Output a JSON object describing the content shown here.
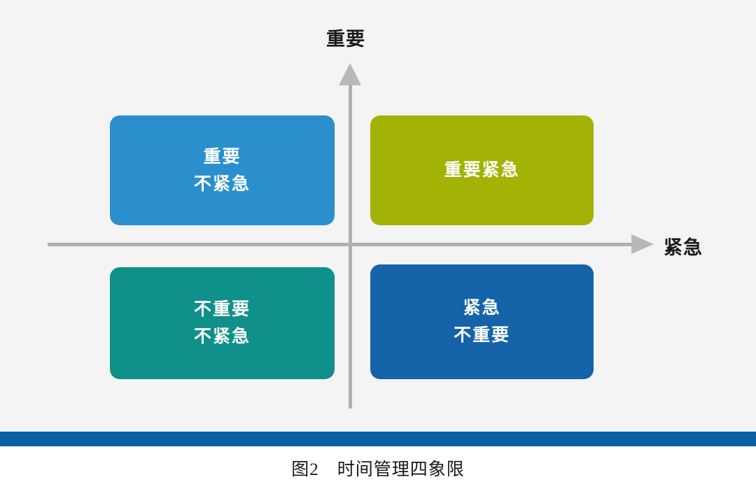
{
  "figure": {
    "caption": "图2　时间管理四象限",
    "accent_color": "#0b5fa5",
    "background_color": "#f4f4f4"
  },
  "axes": {
    "vertical": {
      "label": "重要",
      "arrow_icon": "arrow-up-icon",
      "color": "#b0b0b0"
    },
    "horizontal": {
      "label": "紧急",
      "arrow_icon": "arrow-right-icon",
      "color": "#b0b0b0"
    }
  },
  "quadrants": [
    {
      "id": "important-not-urgent",
      "position": "top-left",
      "lines": [
        "重要",
        "不紧急"
      ],
      "color": "#2b8fce"
    },
    {
      "id": "important-urgent",
      "position": "top-right",
      "lines": [
        "重要紧急"
      ],
      "color": "#a2b305"
    },
    {
      "id": "not-important-not-urgent",
      "position": "bottom-left",
      "lines": [
        "不重要",
        "不紧急"
      ],
      "color": "#10908a"
    },
    {
      "id": "urgent-not-important",
      "position": "bottom-right",
      "lines": [
        "紧急",
        "不重要"
      ],
      "color": "#1563a8"
    }
  ]
}
